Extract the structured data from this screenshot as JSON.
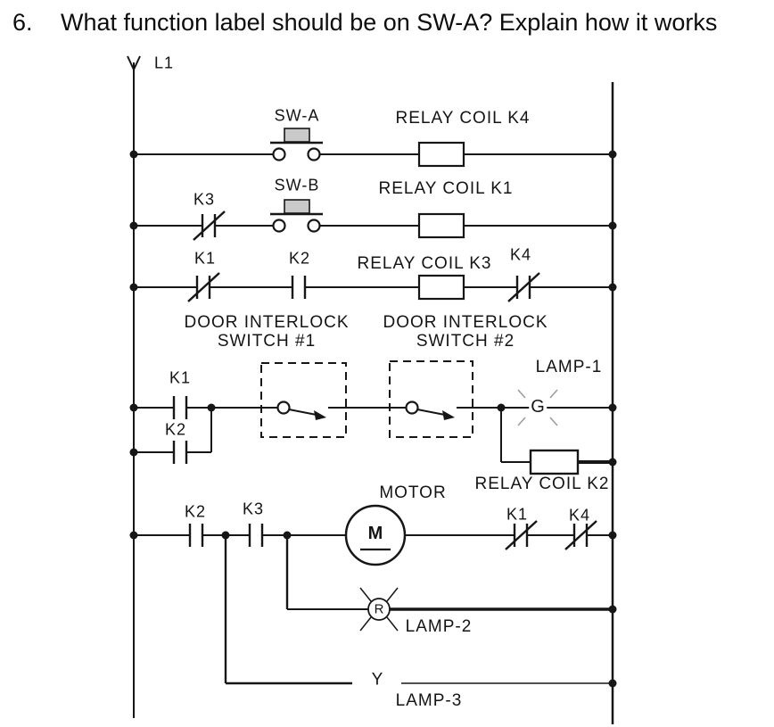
{
  "title": {
    "number": "6.",
    "text": "What function label should be on SW-A? Explain how it works"
  },
  "diagram": {
    "left_rail_label": "L1",
    "rung1": {
      "switch_label": "SW-A",
      "coil_label": "RELAY COIL K4"
    },
    "rung2": {
      "k3_label": "K3",
      "switch_label": "SW-B",
      "coil_label": "RELAY COIL K1"
    },
    "rung3": {
      "k1_label": "K1",
      "k2_label": "K2",
      "coil_label": "RELAY COIL K3",
      "k4_label": "K4"
    },
    "rung4": {
      "door1_title": "DOOR INTERLOCK",
      "door1_subtitle": "SWITCH #1",
      "door2_title": "DOOR INTERLOCK",
      "door2_subtitle": "SWITCH #2",
      "k1_label": "K1",
      "k2_label": "K2",
      "lamp1_letter": "G",
      "lamp1_label": "LAMP-1",
      "coil_label": "RELAY COIL K2"
    },
    "rung5": {
      "k2_label": "K2",
      "k3_label": "K3",
      "motor_label": "MOTOR",
      "motor_letter": "M",
      "k1_label": "K1",
      "k4_label": "K4"
    },
    "rung6": {
      "lamp2_letter": "R",
      "lamp2_label": "LAMP-2"
    },
    "rung7": {
      "lamp3_letter": "Y",
      "lamp3_label": "LAMP-3"
    }
  },
  "symbols": {
    "pushbutton": "normally-open-pushbutton-icon",
    "nc_contact": "normally-closed-contact-icon",
    "no_contact": "normally-open-contact-icon",
    "coil": "relay-coil-icon",
    "lamp": "pilot-lamp-icon",
    "motor": "motor-icon",
    "door_switch": "door-interlock-switch-icon"
  }
}
